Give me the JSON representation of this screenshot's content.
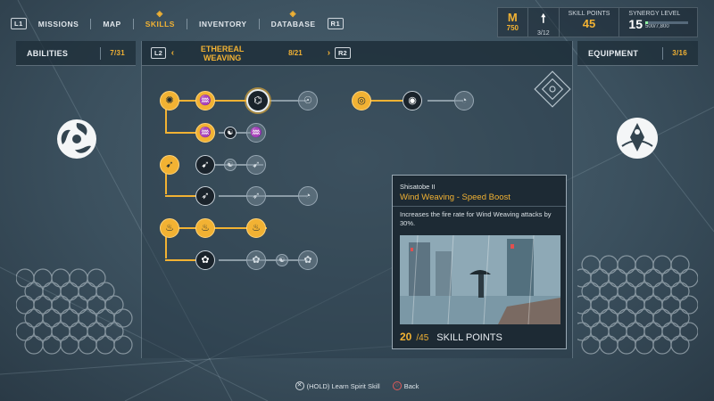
{
  "nav": {
    "left_trigger": "L1",
    "right_trigger": "R1",
    "items": [
      {
        "label": "MISSIONS",
        "active": false
      },
      {
        "label": "MAP",
        "active": false
      },
      {
        "label": "SKILLS",
        "active": true
      },
      {
        "label": "INVENTORY",
        "active": false
      },
      {
        "label": "DATABASE",
        "active": false
      }
    ]
  },
  "stats": {
    "currency_icon": "M",
    "currency_value": "750",
    "pointer_icon": "arrow-up-icon",
    "progress_value": "3/12",
    "skill_points_label": "SKILL POINTS",
    "skill_points_value": "45",
    "synergy_label": "SYNERGY LEVEL",
    "synergy_level": "15",
    "synergy_progress": "500/7,800",
    "synergy_fraction": 0.064
  },
  "abilities": {
    "label": "ABILITIES",
    "count": "7/31"
  },
  "skill_tree": {
    "left_trigger": "L2",
    "right_trigger": "R2",
    "title_line1": "ETHEREAL",
    "title_line2": "WEAVING",
    "count": "8/21"
  },
  "equipment": {
    "label": "EQUIPMENT",
    "count": "3/16"
  },
  "detail": {
    "subtitle": "Shisatobe II",
    "name": "Wind Weaving - Speed Boost",
    "description": "Increases the fire rate for Wind Weaving attacks by 30%.",
    "points_have": "20",
    "points_need": "/45",
    "points_label": "SKILL POINTS"
  },
  "prompts": {
    "learn_button": "✕",
    "learn_label": "(HOLD) Learn Spirit Skill",
    "back_button": "○",
    "back_label": "Back"
  },
  "colors": {
    "accent": "#f2b233",
    "panel": "#1d2a34"
  }
}
